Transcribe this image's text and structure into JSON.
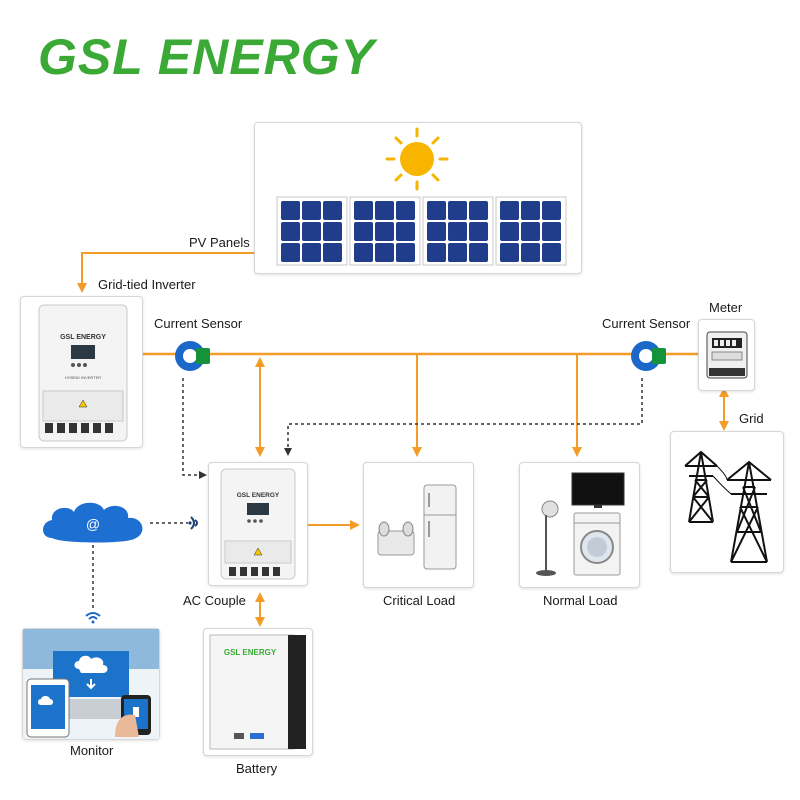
{
  "brand": {
    "logo_text": "GSL ENERGY",
    "color": "#3aa935",
    "device_logo_text": "GSL ENERGY",
    "device_model_text": "HYBRID INVERTER"
  },
  "colors": {
    "wire": "#f39c28",
    "signal": "#333333",
    "panel": "#1f3d8a",
    "sun": "#f7b500",
    "cloud": "#1d6fd1",
    "sensor": "#1c68c8"
  },
  "labels": {
    "pv_panels": "PV Panels",
    "grid_tied_inverter": "Grid-tied Inverter",
    "current_sensor_left": "Current Sensor",
    "current_sensor_right": "Current Sensor",
    "meter": "Meter",
    "grid": "Grid",
    "ac_couple": "AC Couple",
    "critical_load": "Critical Load",
    "normal_load": "Normal Load",
    "monitor": "Monitor",
    "battery": "Battery"
  },
  "cloud_symbol": "@",
  "icons": [
    "sun-icon",
    "solar-panel-icon",
    "current-sensor-icon",
    "meter-icon",
    "transmission-tower-icon",
    "cloud-icon",
    "wifi-icon",
    "refrigerator-icon",
    "emergency-light-icon",
    "tv-icon",
    "washing-machine-icon",
    "floor-lamp-icon",
    "laptop-icon",
    "battery-icon"
  ]
}
